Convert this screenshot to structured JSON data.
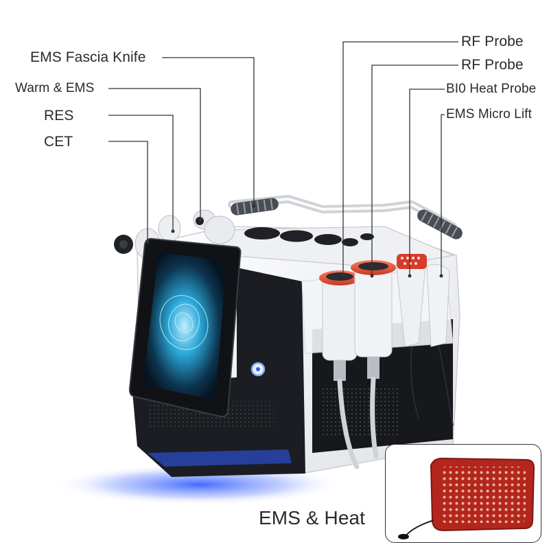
{
  "labels": {
    "ems_fascia_knife": "EMS Fascia Knife",
    "warm_ems": "Warm & EMS",
    "res": "RES",
    "cet": "CET",
    "rf_probe_1": "RF Probe",
    "rf_probe_2": "RF Probe",
    "bio_heat_probe": "BI0 Heat Probe",
    "ems_micro_lift": "EMS Micro Lift",
    "ems_heat": "EMS & Heat"
  },
  "colors": {
    "label_text": "#2a2a2a",
    "leader_line": "#333333",
    "device_body": "#f2f3f5",
    "device_dark": "#1c1d22",
    "accent_glow": "#2d5bff",
    "probe_ring": "#e8533d",
    "heat_pad": "#b3261e"
  },
  "icons": {
    "screen_art": "blue-spiral-art",
    "power_button": "power-button-icon"
  }
}
